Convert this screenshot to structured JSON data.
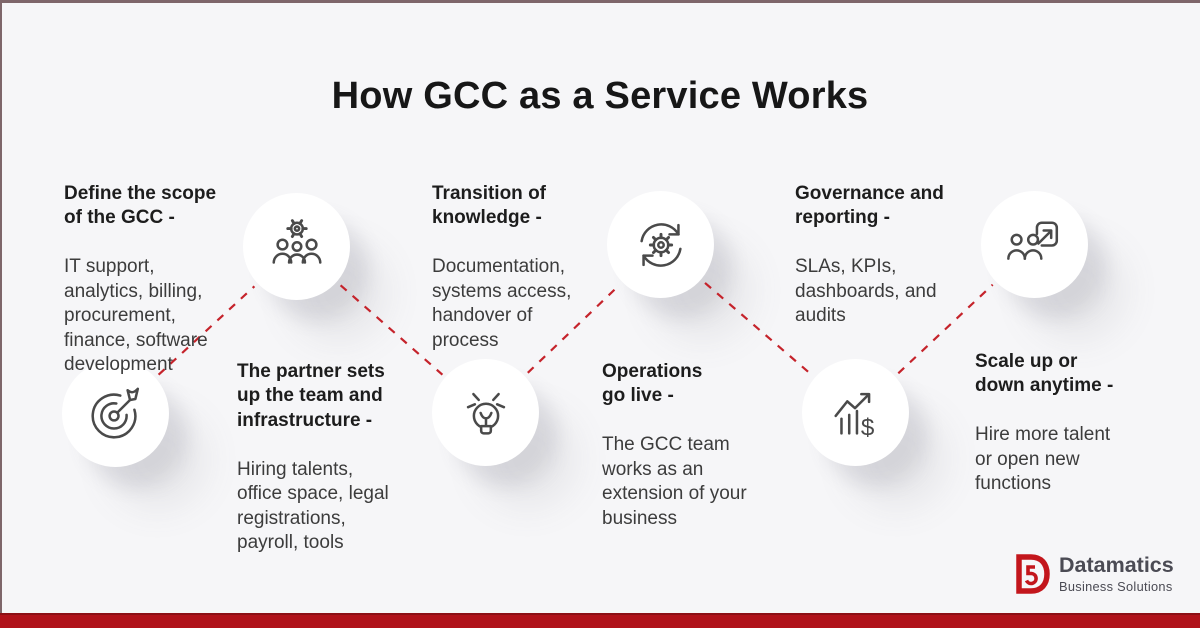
{
  "title": "How GCC as a Service Works",
  "steps": [
    {
      "heading": "Define the scope\nof the GCC -",
      "body": "IT support,\nanalytics, billing,\nprocurement,\nfinance, software\ndevelopment",
      "icon": "target-icon"
    },
    {
      "heading": "The partner sets\nup the team and\ninfrastructure -",
      "body": "Hiring talents,\noffice space, legal\nregistrations,\npayroll, tools",
      "icon": "team-gear-icon"
    },
    {
      "heading": "Transition of\nknowledge -",
      "body": "Documentation,\nsystems access,\nhandover of\nprocess",
      "icon": "sync-gear-icon"
    },
    {
      "heading": "Operations\ngo live -",
      "body": "The GCC team\nworks as an\nextension of your\nbusiness",
      "icon": "lightbulb-icon"
    },
    {
      "heading": "Governance and\nreporting -",
      "body": "SLAs, KPIs,\ndashboards, and\naudits",
      "icon": "team-growth-icon"
    },
    {
      "heading": "Scale up or\ndown anytime -",
      "body": "Hire more talent\nor open new\nfunctions",
      "icon": "growth-dollar-icon"
    }
  ],
  "logo": {
    "name": "Datamatics",
    "subtitle": "Business Solutions"
  },
  "colors": {
    "background": "#f6f6f8",
    "frame_line": "#7e666a",
    "bottom_bar": "#b0121a",
    "connector_red": "#c5232b",
    "icon_stroke": "#4a4a4a",
    "logo_red": "#c3161c",
    "title_text": "#171717",
    "body_text": "#3c3c3c"
  }
}
